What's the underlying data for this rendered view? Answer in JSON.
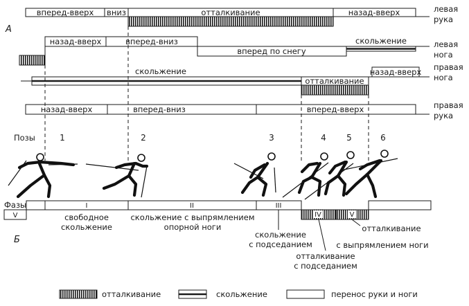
{
  "section_a": "А",
  "section_b": "Б",
  "tracks": {
    "left_arm": {
      "label_line1": "левая",
      "label_line2": "рука",
      "segments": [
        "вперед-вверх",
        "вниз",
        "отталкивание",
        "назад-вверх"
      ]
    },
    "left_leg": {
      "label_line1": "левая",
      "label_line2": "нога",
      "segments": [
        "назад-вверх",
        "вперед-вниз",
        "вперед по снегу",
        "скольжение"
      ]
    },
    "right_leg": {
      "label_line1": "правая",
      "label_line2": "нога",
      "segments": [
        "скольжение",
        "отталкивание",
        "назад-вверх"
      ]
    },
    "right_arm": {
      "label_line1": "правая",
      "label_line2": "рука",
      "segments": [
        "назад-вверх",
        "вперед-вниз",
        "вперед-вверх"
      ]
    }
  },
  "poses": {
    "label": "Позы",
    "numbers": [
      "1",
      "2",
      "3",
      "4",
      "5",
      "6"
    ]
  },
  "phases": {
    "label": "Фазы",
    "numerals": [
      "V",
      "I",
      "II",
      "III",
      "IV",
      "V"
    ],
    "captions": {
      "p1_line1": "свободное",
      "p1_line2": "скольжение",
      "p2_line1": "скольжение с выпрямлением",
      "p2_line2": "опорной ноги",
      "p3_line1": "скольжение",
      "p3_line2": "с подседанием",
      "p4_line1": "отталкивание",
      "p4_line2": "с подседанием",
      "p5_line1": "отталкивание",
      "p5_line2": "с выпрямлением ноги"
    }
  },
  "legend": {
    "push": "отталкивание",
    "glide": "скольжение",
    "transfer": "перенос руки и ноги"
  }
}
